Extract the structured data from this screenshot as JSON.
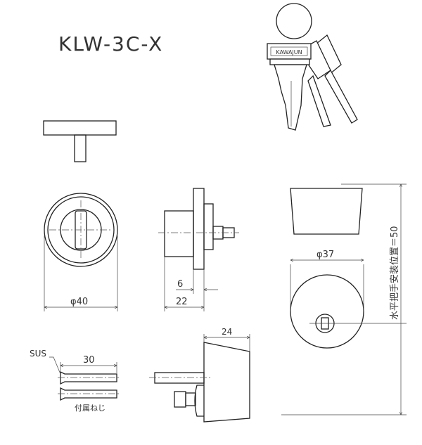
{
  "title": "KLW-3C-X",
  "key_brand": "KAWAJUN",
  "dimensions": {
    "front_diameter": "φ40",
    "flange_thickness": "6",
    "body_depth": "22",
    "cylinder_diameter": "φ37",
    "cylinder_depth": "24",
    "screw_length": "30",
    "handle_position": "水平把手安装位置＝50"
  },
  "labels": {
    "screw_material": "SUS",
    "screw_caption": "付属ねじ"
  }
}
